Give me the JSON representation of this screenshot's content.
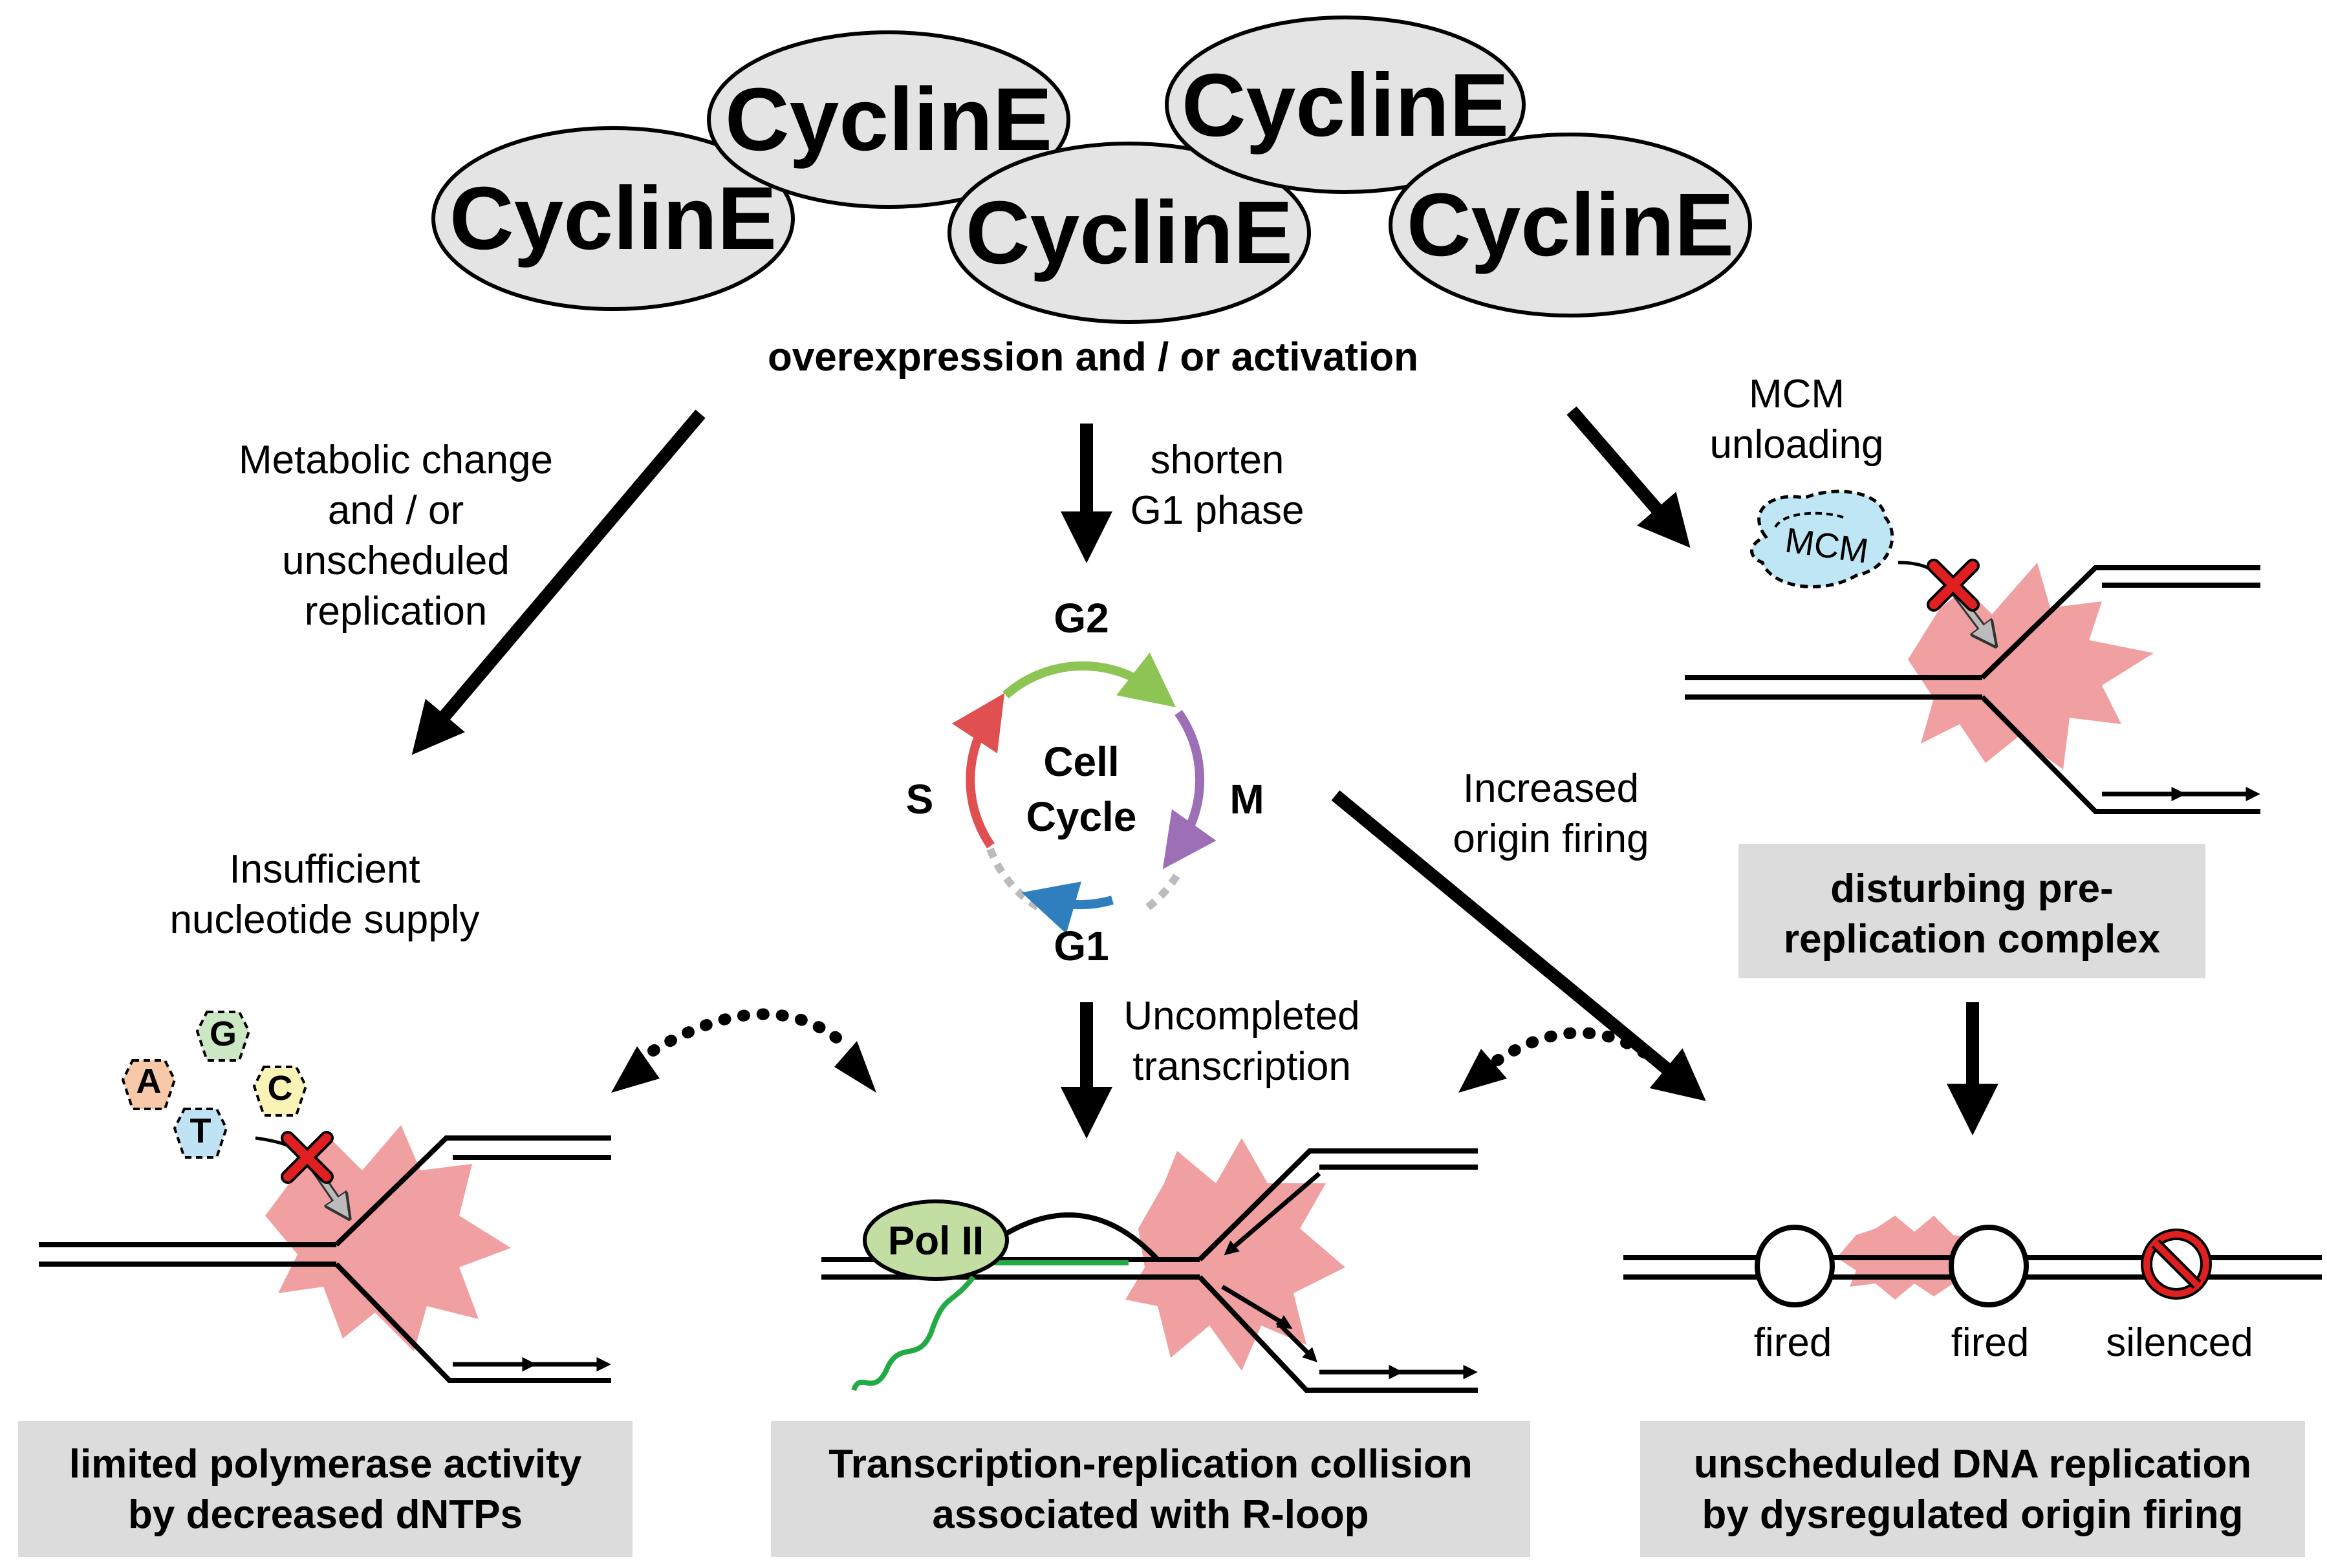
{
  "cyclins": [
    "CyclinE",
    "CyclinE",
    "CyclinE",
    "CyclinE",
    "CyclinE"
  ],
  "top_label": "overexpression and / or activation",
  "left_path": {
    "cause": [
      "Metabolic change",
      "and / or",
      "unscheduled",
      "replication"
    ],
    "effect": [
      "Insufficient",
      "nucleotide supply"
    ],
    "nucleotides": [
      "A",
      "G",
      "C",
      "T"
    ],
    "outcome": [
      "limited polymerase activity",
      "by decreased dNTPs"
    ]
  },
  "center_path": {
    "cause": [
      "shorten",
      "G1 phase"
    ],
    "cycle_center": [
      "Cell",
      "Cycle"
    ],
    "phases": {
      "g2": "G2",
      "s": "S",
      "m": "M",
      "g1": "G1"
    },
    "effect": [
      "Uncompleted",
      "transcription"
    ],
    "pol": "Pol II",
    "outcome": [
      "Transcription-replication collision",
      "associated with R-loop"
    ]
  },
  "right_path": {
    "cause": [
      "MCM",
      "unloading"
    ],
    "mcm": "MCM",
    "middle_box": [
      "disturbing pre-",
      "replication complex"
    ],
    "increased": [
      "Increased",
      "origin firing"
    ],
    "origins": [
      "fired",
      "fired",
      "silenced"
    ],
    "outcome": [
      "unscheduled DNA replication",
      "by dysregulated origin firing"
    ]
  },
  "colors": {
    "cyclin_fill": "#e4e4e4",
    "burst": "#f0a0a0",
    "box_fill": "#dcdcdc",
    "mcm_fill": "#bfe6f4",
    "g2_arc": "#8dc453",
    "m_arc": "#9c6fb6",
    "g1_arc": "#2f7fbf",
    "s_arc": "#e05050",
    "pol_fill": "#c3dea3",
    "rna": "#22aa44",
    "block_red": "#e02020"
  }
}
